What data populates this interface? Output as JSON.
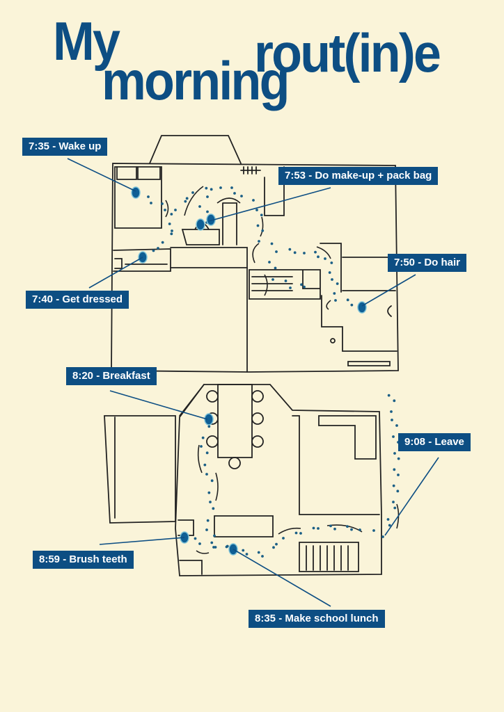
{
  "title": {
    "line1": "My",
    "line2": "rout(in)e",
    "line3": "morning"
  },
  "colors": {
    "background": "#faf4d9",
    "accent": "#0d4e83",
    "ink": "#222222"
  },
  "events": [
    {
      "label": "7:35 - Wake up"
    },
    {
      "label": "7:53 - Do make-up + pack bag"
    },
    {
      "label": "7:50 - Do hair"
    },
    {
      "label": "7:40 - Get dressed"
    },
    {
      "label": "8:20 - Breakfast"
    },
    {
      "label": "9:08 - Leave"
    },
    {
      "label": "8:59 - Brush teeth"
    },
    {
      "label": "8:35 - Make school lunch"
    }
  ]
}
